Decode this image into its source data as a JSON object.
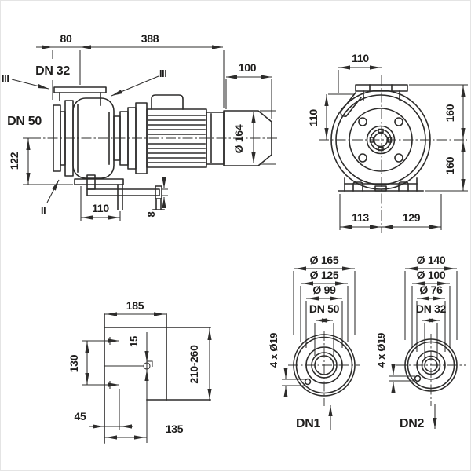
{
  "title": "pump dimensional drawing",
  "colors": {
    "background": "#ffffff",
    "line": "#2d2c2b"
  },
  "side_view": {
    "dim_flange_to_axis": "80",
    "dim_axis_to_motor_end": "388",
    "dim_fan_housing": "100",
    "dim_fan_diameter": "Ø 164",
    "dim_axis_to_base": "122",
    "dim_foot_offset": "110",
    "dim_drain_pipe": "8",
    "discharge_label": "DN 32",
    "suction_label": "DN 50",
    "section_left": "III",
    "section_right": "III",
    "section_bottom": "II"
  },
  "front_view": {
    "dim_flange_offset": "110",
    "dim_axis_height_left": "110",
    "dim_top_height": "160",
    "dim_bottom_height": "160",
    "dim_foot_left": "113",
    "dim_foot_right": "129"
  },
  "base_plan": {
    "dim_width": "185",
    "dim_slot_spacing": "130",
    "dim_hole": "15",
    "dim_length_range": "210-260",
    "dim_slot_offset": "45",
    "dim_hole_offset": "135"
  },
  "flange_dn50": {
    "dia_outer": "Ø 165",
    "dia_bolt_circle": "Ø 125",
    "dia_face": "Ø 99",
    "port_label": "DN 50",
    "bolt_holes": "4 x Ø19",
    "port_id": "DN1"
  },
  "flange_dn32": {
    "dia_outer": "Ø 140",
    "dia_bolt_circle": "Ø 100",
    "dia_face": "Ø 76",
    "port_label": "DN 32",
    "bolt_holes": "4 x Ø19",
    "port_id": "DN2"
  }
}
